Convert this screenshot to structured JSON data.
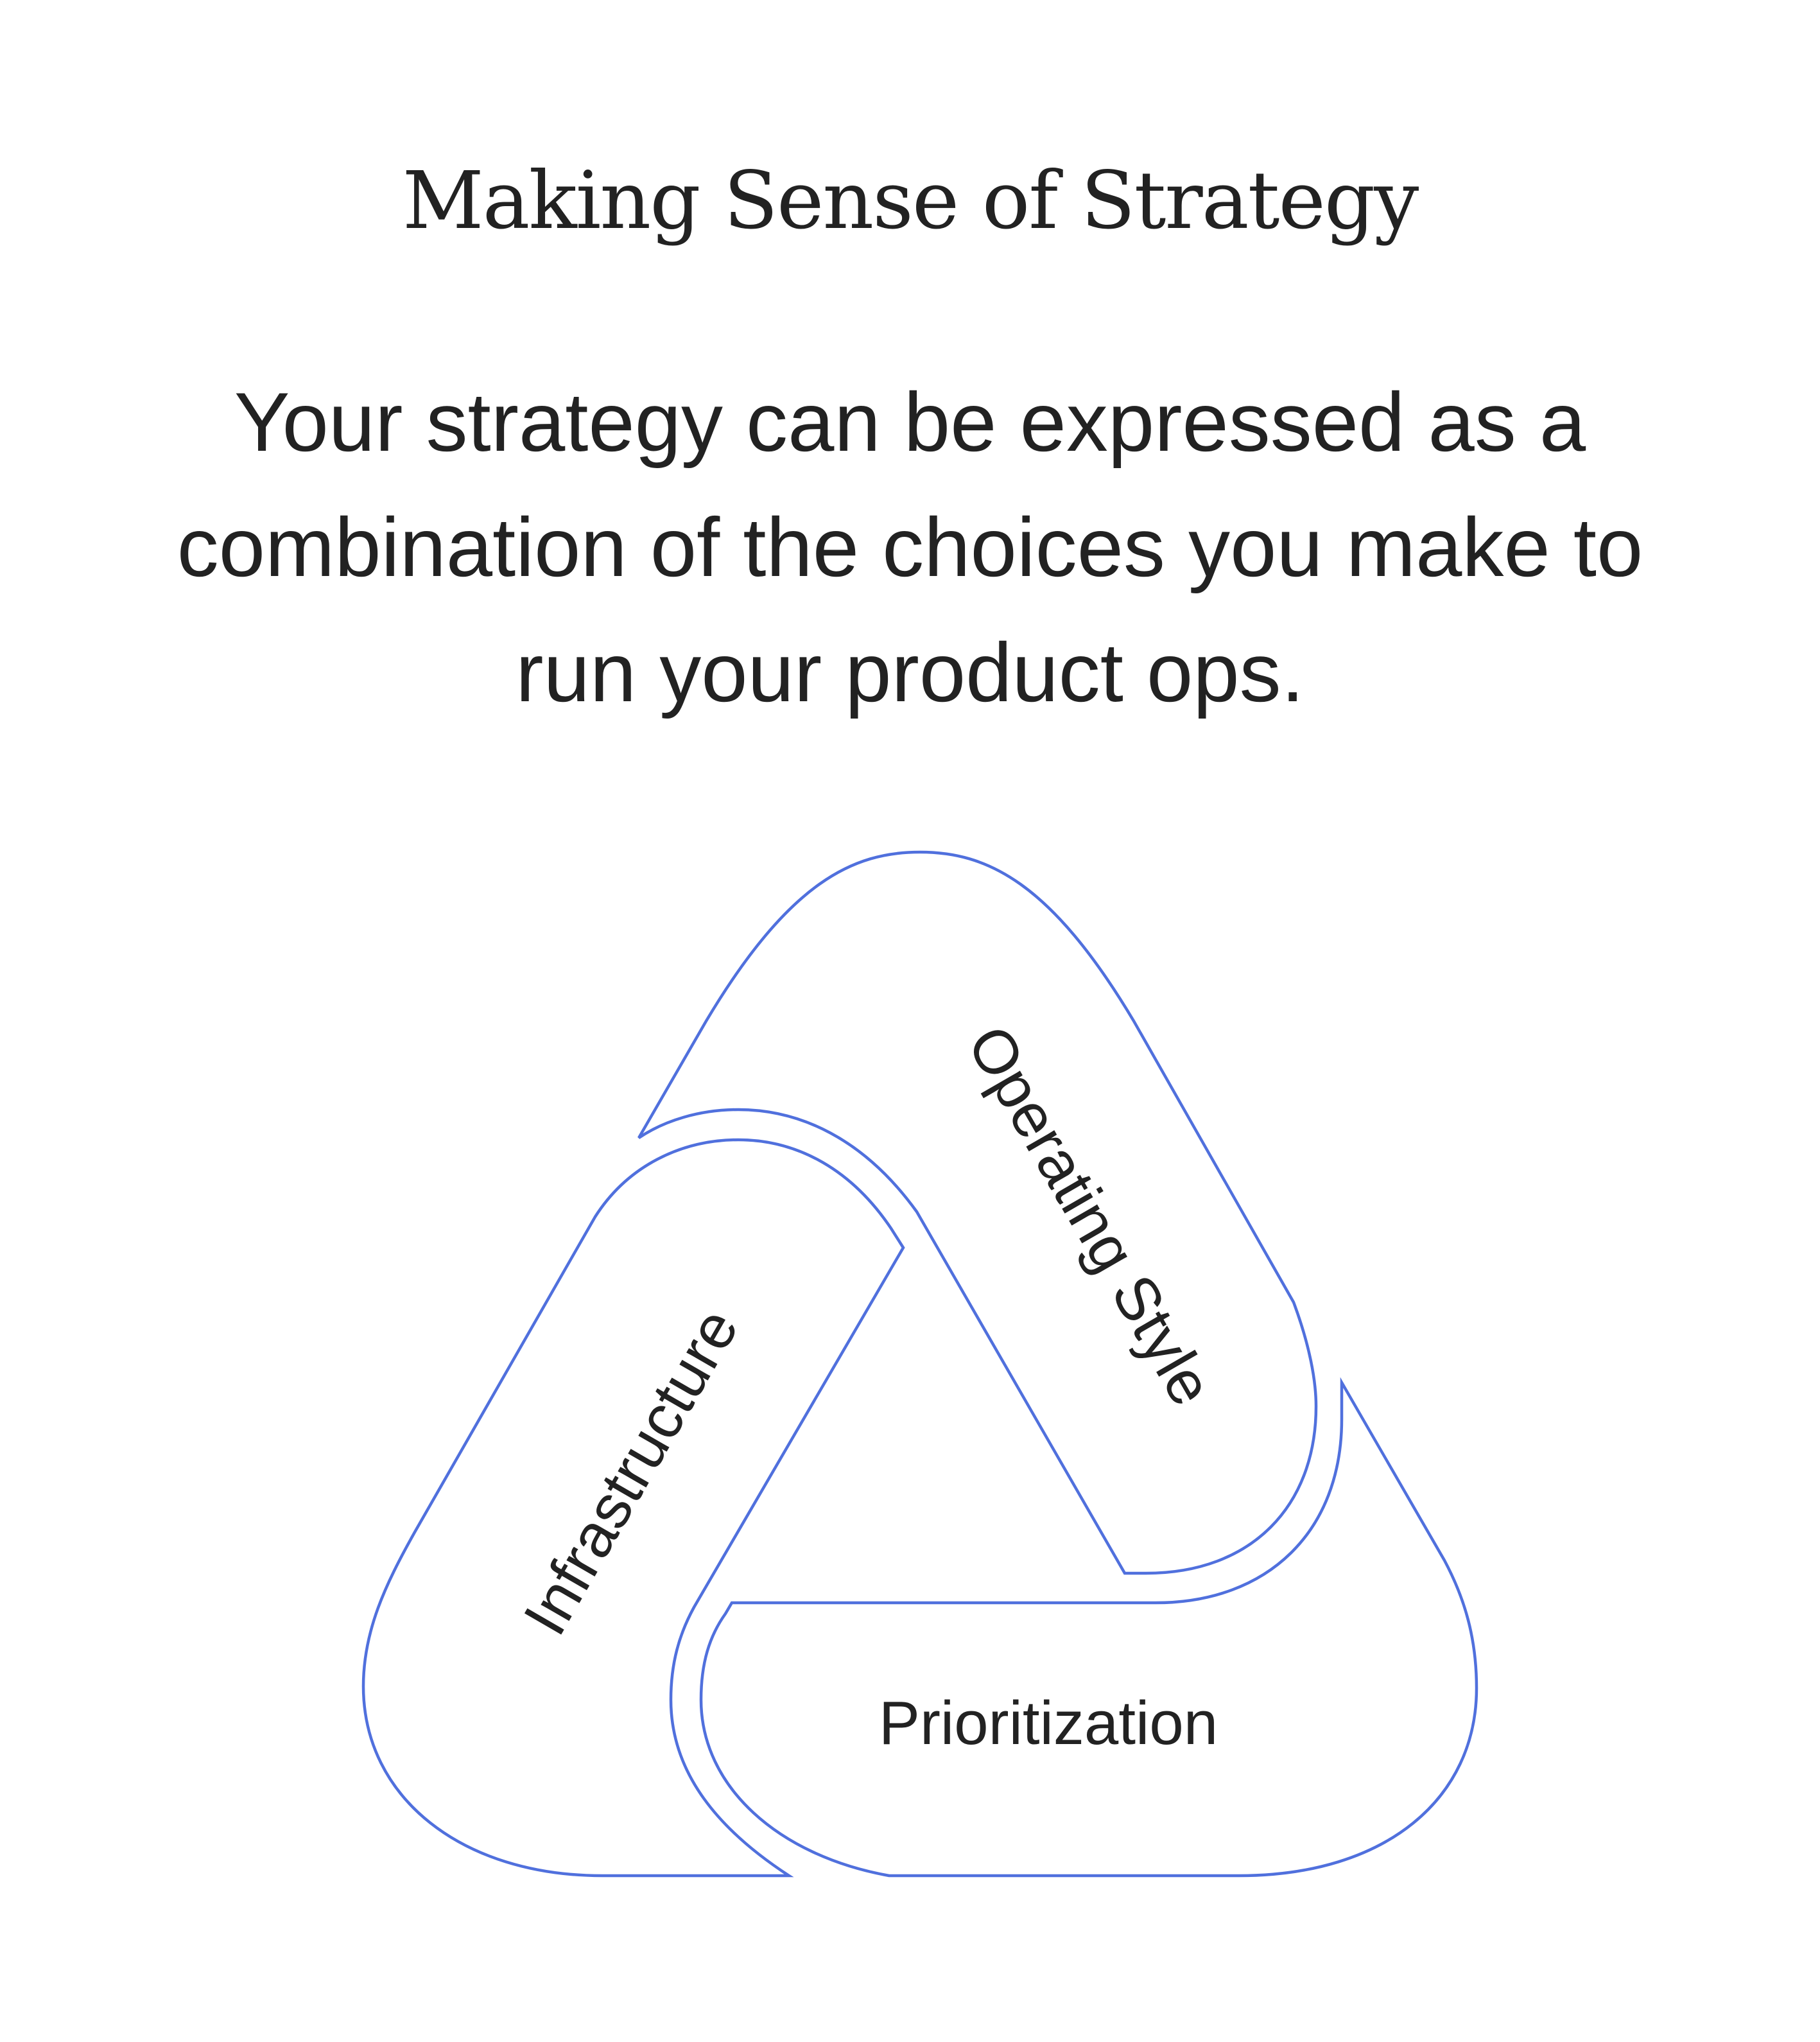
{
  "header": {
    "title": "Making Sense of Strategy"
  },
  "intro": {
    "lines": [
      "Your strategy can be expressed as a",
      "combination of the choices you make to",
      "run your product ops."
    ]
  },
  "diagram": {
    "type": "interlocking-triangle",
    "stroke_color": "#5070DD",
    "text_color": "#222222",
    "segments": [
      {
        "id": "operating-style",
        "label": "Operating Style",
        "position": "right",
        "rotation_deg": 60
      },
      {
        "id": "infrastructure",
        "label": "Infrastructure",
        "position": "left",
        "rotation_deg": -60
      },
      {
        "id": "prioritization",
        "label": "Prioritization",
        "position": "bottom",
        "rotation_deg": 0
      }
    ]
  }
}
